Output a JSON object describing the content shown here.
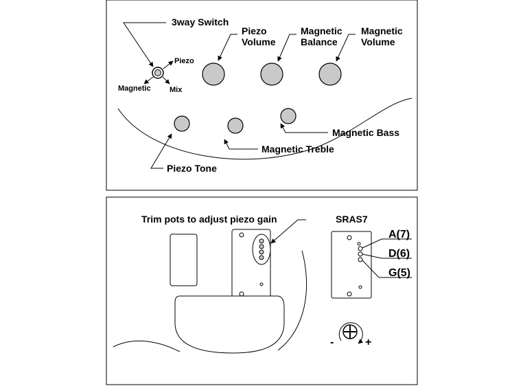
{
  "top_panel": {
    "switch_title": "3way Switch",
    "switch_piezo": "Piezo",
    "switch_magnetic": "Magnetic",
    "switch_mix": "Mix",
    "piezo_volume": [
      "Piezo",
      "Volume"
    ],
    "magnetic_balance": [
      "Magnetic",
      "Balance"
    ],
    "magnetic_volume": [
      "Magnetic",
      "Volume"
    ],
    "magnetic_bass": "Magnetic Bass",
    "magnetic_treble": "Magnetic Treble",
    "piezo_tone": "Piezo Tone"
  },
  "bottom_panel": {
    "trim_label": "Trim pots to adjust piezo gain",
    "preamp_name": "SRAS7",
    "string_labels": [
      "A(7)",
      "D(6)",
      "G(5)"
    ],
    "minus": "-",
    "plus": "+"
  },
  "colors": {
    "knob_fill": "#c9c9c9",
    "line": "#000000"
  }
}
